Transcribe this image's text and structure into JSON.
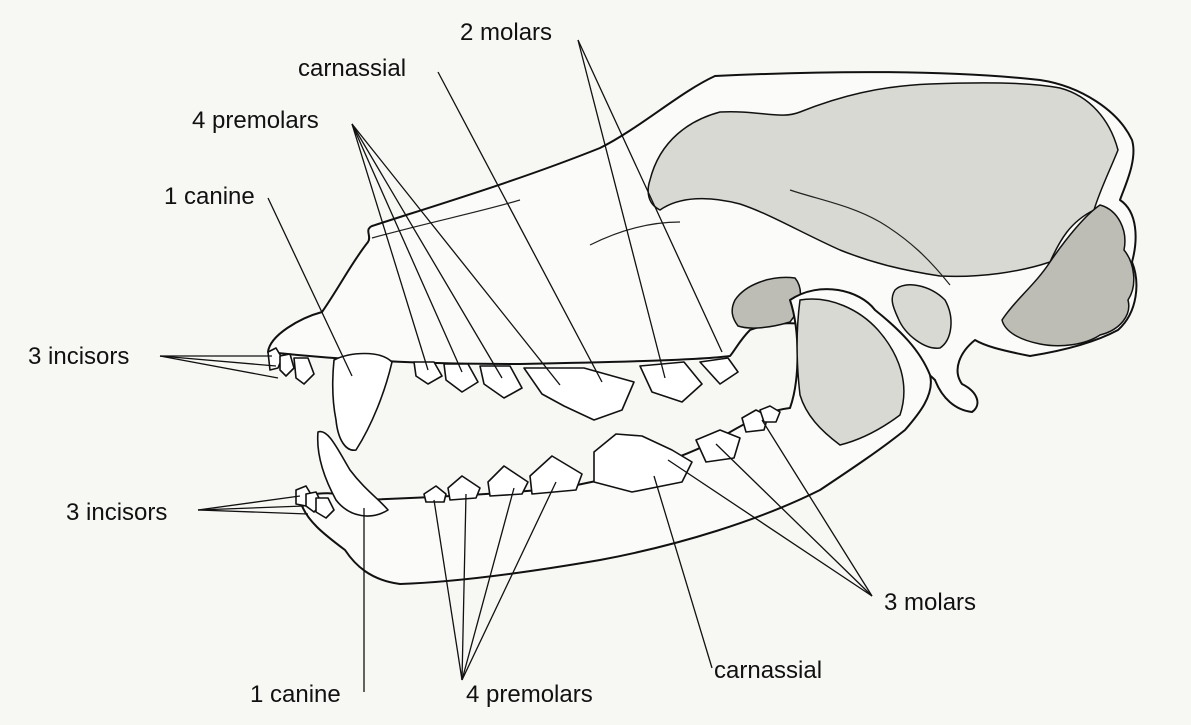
{
  "labels": {
    "upper_molars": "2 molars",
    "upper_carnassial": "carnassial",
    "upper_premolars": "4 premolars",
    "upper_canine": "1 canine",
    "upper_incisors": "3 incisors",
    "lower_incisors": "3 incisors",
    "lower_molars": "3 molars",
    "lower_carnassial": "carnassial",
    "lower_canine": "1 canine",
    "lower_premolars": "4 premolars"
  },
  "colors": {
    "background": "#f7f7f4",
    "ink": "#111111"
  }
}
